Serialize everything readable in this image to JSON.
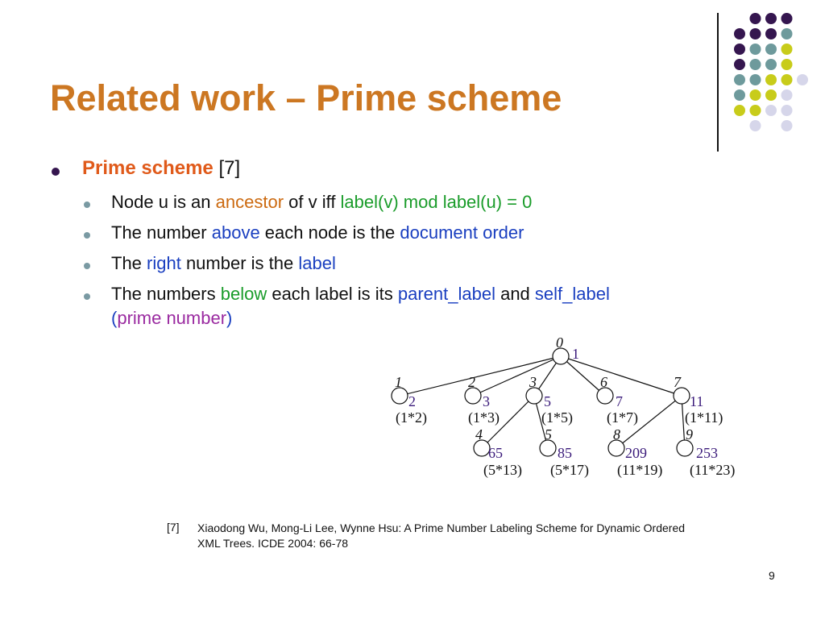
{
  "slide": {
    "title": "Related work – Prime scheme",
    "page_number": "9"
  },
  "bullet": {
    "term": "Prime scheme",
    "citation": "[7]"
  },
  "subbullets": {
    "s1": {
      "a": "Node u is an ",
      "b": "ancestor",
      "c": " of v iff ",
      "d": "label(v) mod label(u) = 0"
    },
    "s2": {
      "a": "The number ",
      "b": "above",
      "c": " each node is the ",
      "d": "document order"
    },
    "s3": {
      "a": "The ",
      "b": "right",
      "c": " number is the ",
      "d": "label"
    },
    "s4": {
      "a": "The numbers ",
      "b": "below",
      "c": " each label is its ",
      "d": "parent_label",
      "e": " and ",
      "f": "self_label",
      "g": "(",
      "h": "prime number",
      "i": ")"
    }
  },
  "tree": {
    "root": {
      "order": "0",
      "label": "1"
    },
    "nodes": [
      {
        "order": "1",
        "label": "2",
        "expr": "(1*2)"
      },
      {
        "order": "2",
        "label": "3",
        "expr": "(1*3)"
      },
      {
        "order": "3",
        "label": "5",
        "expr": "(1*5)"
      },
      {
        "order": "6",
        "label": "7",
        "expr": "(1*7)"
      },
      {
        "order": "7",
        "label": "11",
        "expr": "(1*11)"
      },
      {
        "order": "4",
        "label": "65",
        "expr": "(5*13)"
      },
      {
        "order": "5",
        "label": "85",
        "expr": "(5*17)"
      },
      {
        "order": "8",
        "label": "209",
        "expr": "(11*19)"
      },
      {
        "order": "9",
        "label": "253",
        "expr": "(11*23)"
      }
    ]
  },
  "reference": {
    "number": "[7]",
    "line1": "Xiaodong Wu, Mong-Li Lee, Wynne Hsu: A Prime Number Labeling Scheme for Dynamic Ordered",
    "line2": "XML Trees. ICDE 2004: 66-78"
  },
  "colors": {
    "title": "#cc7722",
    "dark_purple": "#35164f",
    "teal": "#6e9a9c",
    "yellow_green": "#c8cc1a",
    "lavender": "#d6d6ea",
    "label_purple": "#3a1a7a"
  }
}
